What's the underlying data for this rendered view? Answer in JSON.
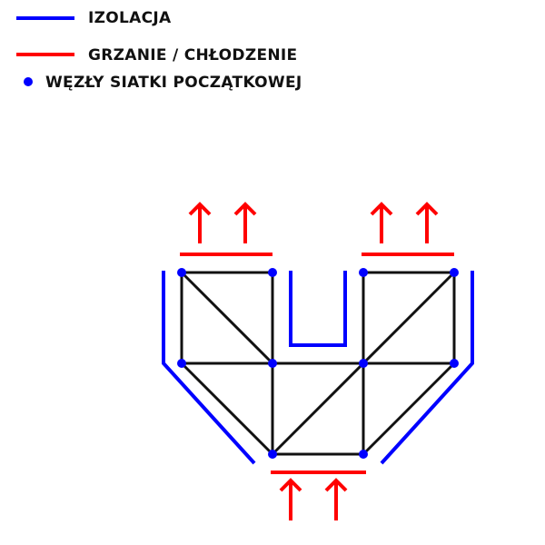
{
  "legend": {
    "insulation": {
      "label": "IZOLACJA",
      "color": "#0000ff"
    },
    "heating": {
      "label": "GRZANIE / CHŁODZENIE",
      "color": "#ff0000"
    },
    "nodes": {
      "label": "WĘZŁY SIATKI POCZĄTKOWEJ",
      "color": "#0000ff"
    }
  },
  "colors": {
    "mesh": "#111111"
  }
}
